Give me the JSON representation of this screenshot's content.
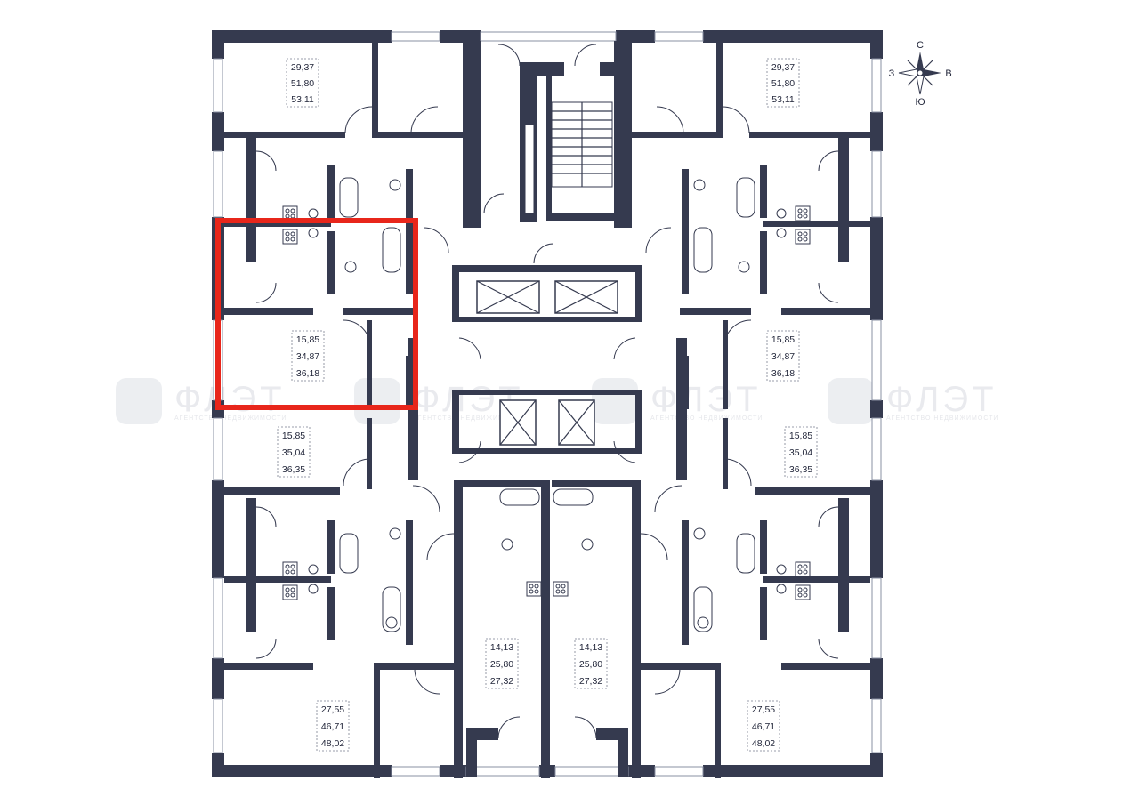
{
  "compass": {
    "north": "С",
    "south": "Ю",
    "west": "З",
    "east": "В"
  },
  "watermark": {
    "brand": "ФЛЭТ",
    "tagline": "АГЕНТСТВО НЕДВИЖИМОСТИ"
  },
  "highlight_color": "#e8261b",
  "wall_color": "#353a4f",
  "apartments": [
    {
      "id": "top-left",
      "living": "29,37",
      "total": "51,80",
      "total_balcony": "53,11"
    },
    {
      "id": "top-right",
      "living": "29,37",
      "total": "51,80",
      "total_balcony": "53,11"
    },
    {
      "id": "left-upper-mid",
      "living": "15,85",
      "total": "34,87",
      "total_balcony": "36,18"
    },
    {
      "id": "right-upper-mid",
      "living": "15,85",
      "total": "34,87",
      "total_balcony": "36,18"
    },
    {
      "id": "left-lower-mid",
      "living": "15,85",
      "total": "35,04",
      "total_balcony": "36,35"
    },
    {
      "id": "right-lower-mid",
      "living": "15,85",
      "total": "35,04",
      "total_balcony": "36,35"
    },
    {
      "id": "center-left",
      "living": "14,13",
      "total": "25,80",
      "total_balcony": "27,32"
    },
    {
      "id": "center-right",
      "living": "14,13",
      "total": "25,80",
      "total_balcony": "27,32"
    },
    {
      "id": "bottom-left",
      "living": "27,55",
      "total": "46,71",
      "total_balcony": "48,02"
    },
    {
      "id": "bottom-right",
      "living": "27,55",
      "total": "46,71",
      "total_balcony": "48,02"
    }
  ],
  "selected_apartment": "left-upper-mid"
}
